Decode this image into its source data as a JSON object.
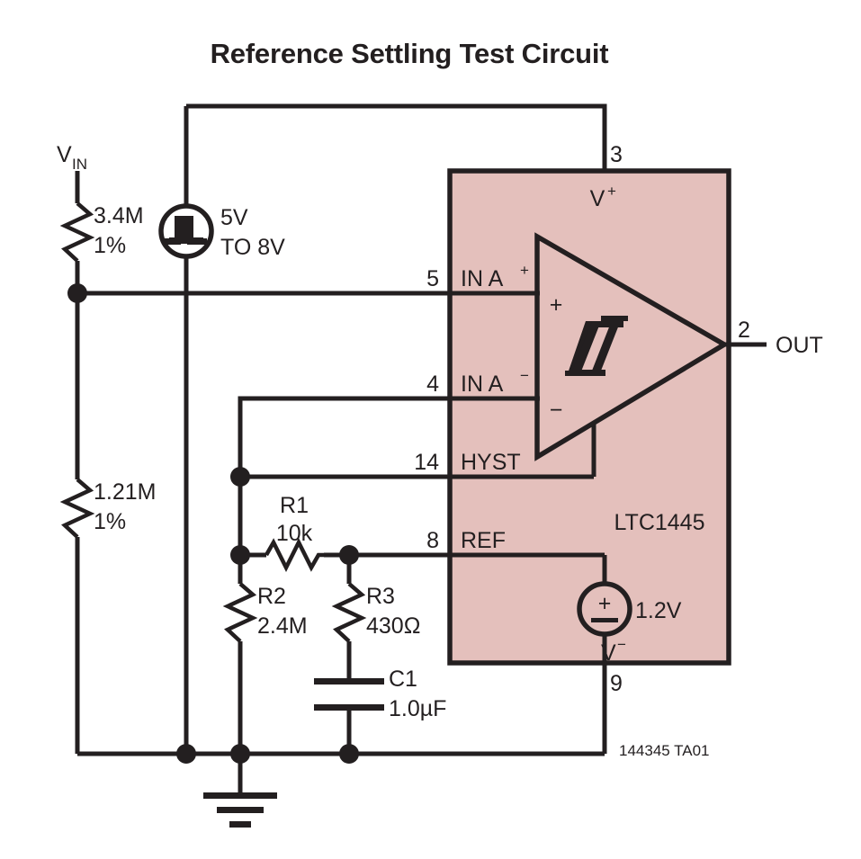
{
  "title": "Reference Settling Test Circuit",
  "figure_ref": "144345 TA01",
  "colors": {
    "ic_fill": "#e4c0bc",
    "ink": "#231f20",
    "background": "#ffffff"
  },
  "ic": {
    "part_number": "LTC1445",
    "internal_ref": {
      "label": "1.2V",
      "symbol_plus": "+",
      "symbol_minus": "−"
    },
    "pins": [
      {
        "number": "3",
        "name_base": "V",
        "name_sup": "+",
        "side": "top"
      },
      {
        "number": "5",
        "name_base": "IN A",
        "name_sup": "+",
        "side": "left"
      },
      {
        "number": "4",
        "name_base": "IN A",
        "name_sup": "−",
        "side": "left"
      },
      {
        "number": "14",
        "name_base": "HYST",
        "name_sup": "",
        "side": "left"
      },
      {
        "number": "8",
        "name_base": "REF",
        "name_sup": "",
        "side": "left"
      },
      {
        "number": "9",
        "name_base": "V",
        "name_sup": "−",
        "side": "bottom"
      },
      {
        "number": "2",
        "name_base": "",
        "name_sup": "",
        "side": "right"
      }
    ],
    "comparator": {
      "plus_input": "+",
      "minus_input": "−",
      "inner_glyph": "hysteresis-symbol"
    }
  },
  "nodes": {
    "vin_label_base": "V",
    "vin_label_sub": "IN",
    "out_label": "OUT",
    "ground_label": ""
  },
  "source": {
    "kind": "pulse-generator",
    "line1": "5V",
    "line2": "TO 8V"
  },
  "components": [
    {
      "ref": "",
      "value": "3.4M",
      "tol": "1%",
      "kind": "resistor",
      "orientation": "vertical"
    },
    {
      "ref": "",
      "value": "1.21M",
      "tol": "1%",
      "kind": "resistor",
      "orientation": "vertical"
    },
    {
      "ref": "R1",
      "value": "10k",
      "tol": "",
      "kind": "resistor",
      "orientation": "horizontal"
    },
    {
      "ref": "R2",
      "value": "2.4M",
      "tol": "",
      "kind": "resistor",
      "orientation": "vertical"
    },
    {
      "ref": "R3",
      "value": "430Ω",
      "tol": "",
      "kind": "resistor",
      "orientation": "vertical"
    },
    {
      "ref": "C1",
      "value": "1.0µF",
      "tol": "",
      "kind": "capacitor",
      "orientation": "vertical"
    }
  ]
}
